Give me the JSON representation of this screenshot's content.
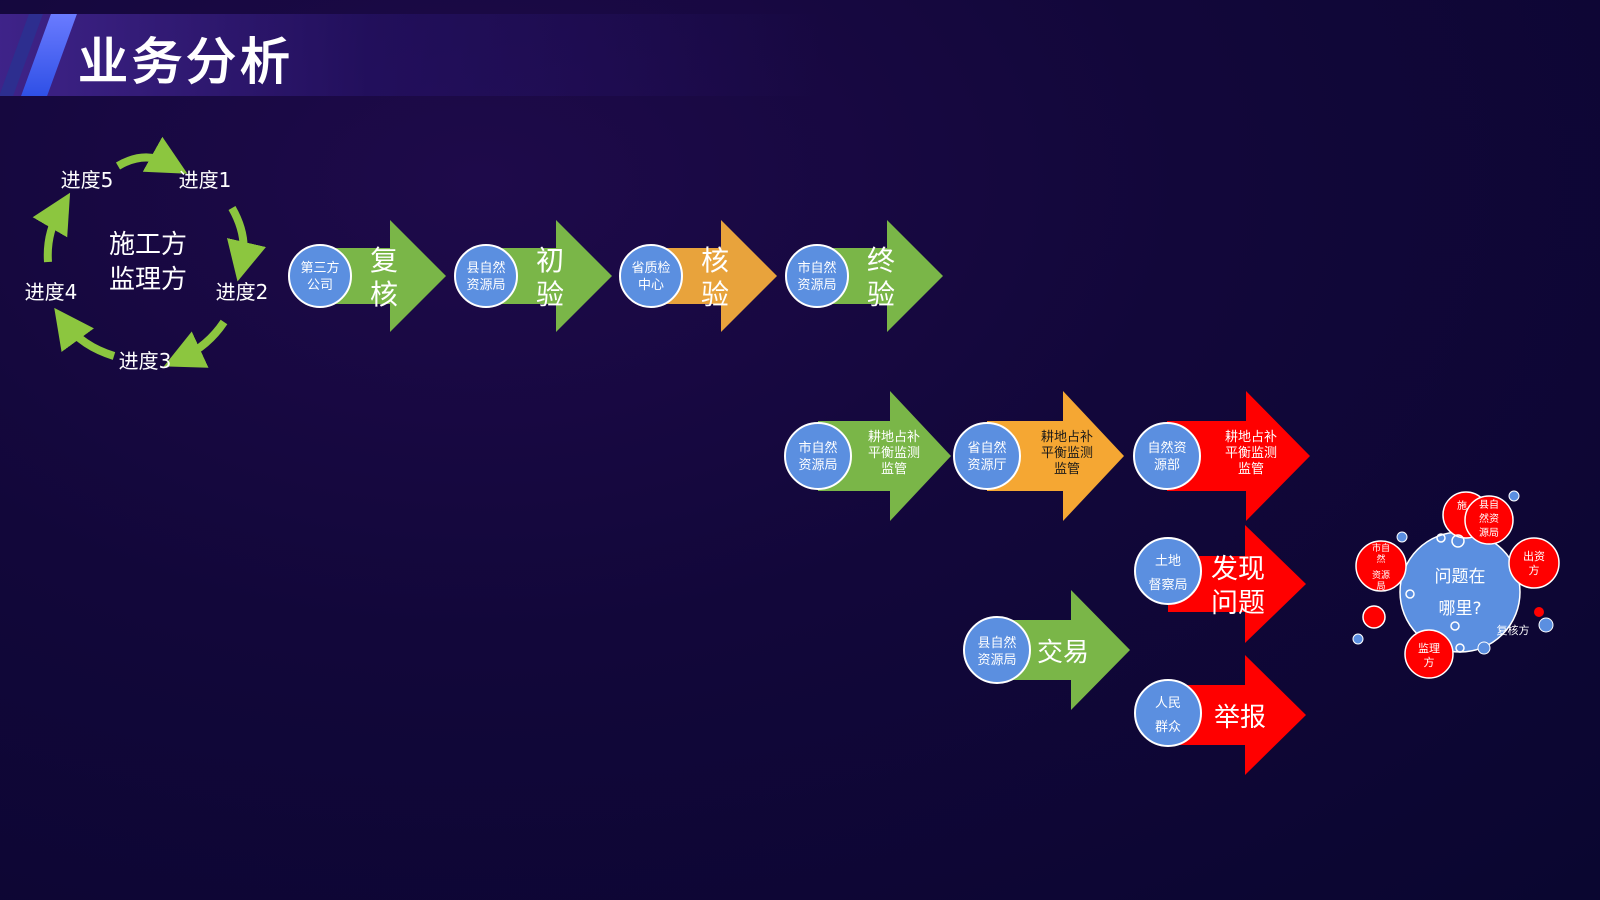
{
  "title": "业务分析",
  "cycle": {
    "center_lines": [
      "施工方",
      "监理方"
    ],
    "steps": [
      "进度1",
      "进度2",
      "进度3",
      "进度4",
      "进度5"
    ]
  },
  "top_chain": [
    {
      "circle": [
        "第三方",
        "公司"
      ],
      "arrow": [
        "复",
        "核"
      ],
      "color": "#7ab648"
    },
    {
      "circle": [
        "县自然",
        "资源局"
      ],
      "arrow": [
        "初",
        "验"
      ],
      "color": "#7ab648"
    },
    {
      "circle": [
        "省质检",
        "中心"
      ],
      "arrow": [
        "核",
        "验"
      ],
      "color": "#e8a33c"
    },
    {
      "circle": [
        "市自然",
        "资源局"
      ],
      "arrow": [
        "终",
        "验"
      ],
      "color": "#7ab648"
    }
  ],
  "mid_chain": [
    {
      "circle": [
        "市自然",
        "资源局"
      ],
      "arrow": [
        "耕地占补",
        "平衡监测",
        "监管"
      ],
      "color": "#7ab648"
    },
    {
      "circle": [
        "省自然",
        "资源厅"
      ],
      "arrow": [
        "耕地占补",
        "平衡监测",
        "监管"
      ],
      "color": "#f5a733"
    },
    {
      "circle": [
        "自然资",
        "源部"
      ],
      "arrow": [
        "耕地占补",
        "平衡监测",
        "监管"
      ],
      "color": "#ff0000"
    }
  ],
  "trade": {
    "circle": [
      "县自然",
      "资源局"
    ],
    "arrow": [
      "交易"
    ],
    "color": "#7ab648"
  },
  "discover": {
    "circle": [
      "土地",
      "督察局"
    ],
    "arrow": [
      "发现",
      "问题"
    ],
    "color": "#ff0000"
  },
  "report": {
    "circle": [
      "人民",
      "群众"
    ],
    "arrow": [
      "举报"
    ],
    "color": "#ff0000"
  },
  "problem": {
    "center_lines": [
      "问题在",
      "哪里?"
    ],
    "bubbles": {
      "county": [
        "县自",
        "然资",
        "源局"
      ],
      "hidden": [
        "施"
      ],
      "city": [
        "市自",
        "然",
        "资源",
        "局"
      ],
      "investor": [
        "出资",
        "方"
      ],
      "supervisor": [
        "监理",
        "方"
      ],
      "review": [
        "复核方"
      ]
    }
  },
  "colors": {
    "circle": "#5b8fe0",
    "green": "#7ab648",
    "orange": "#e8a33c",
    "red": "#ff0000",
    "cycle_arrow": "#8cc63f"
  }
}
